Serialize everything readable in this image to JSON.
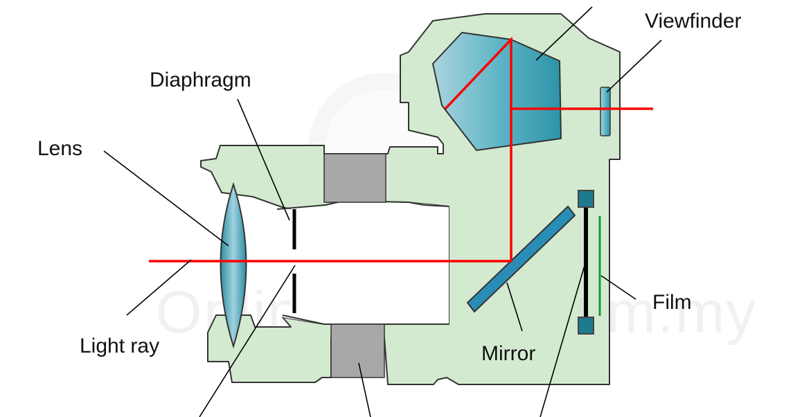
{
  "labels": {
    "viewfinder": "Viewfinder",
    "diaphragm": "Diaphragm",
    "lens": "Lens",
    "film": "Film",
    "light_ray": "Light ray",
    "mirror": "Mirror"
  },
  "watermark": "OnlineTuition.com.my",
  "colors": {
    "body": "#d4ead0",
    "outline": "#333333",
    "glass": "#3ea0b3",
    "ray": "#ff0000",
    "focus_ring": "#a8a8a8",
    "film": "#129a3a",
    "shutter": "#000000"
  }
}
